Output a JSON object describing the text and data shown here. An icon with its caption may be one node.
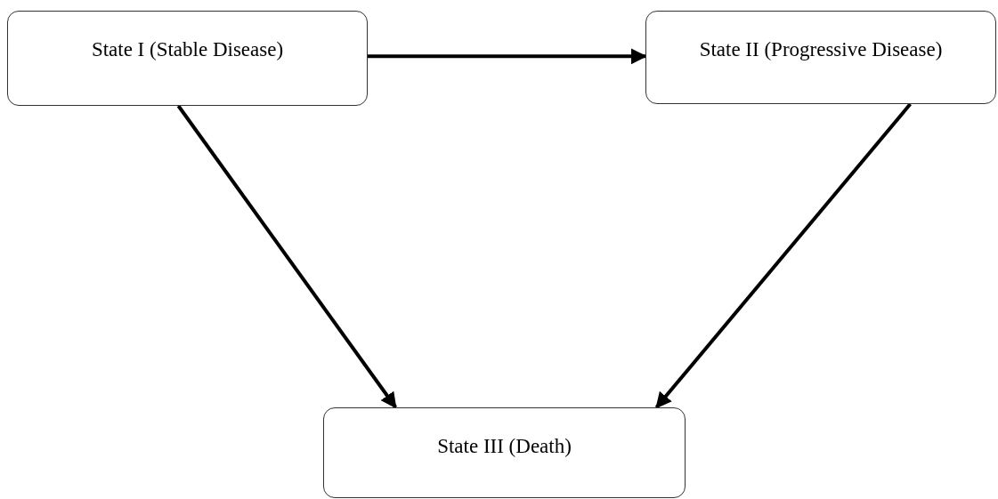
{
  "diagram": {
    "nodes": [
      {
        "text": [
          "State I (Stable Disease)"
        ]
      },
      {
        "text": [
          "State II (Progressive Disease)"
        ]
      },
      {
        "text": [
          "State III (Death)"
        ]
      }
    ],
    "edges": [
      {
        "from": 0,
        "to": 1,
        "arrow": "to"
      },
      {
        "from": 0,
        "to": 2,
        "arrow": "to"
      },
      {
        "from": 1,
        "to": 2,
        "arrow": "to"
      }
    ]
  }
}
